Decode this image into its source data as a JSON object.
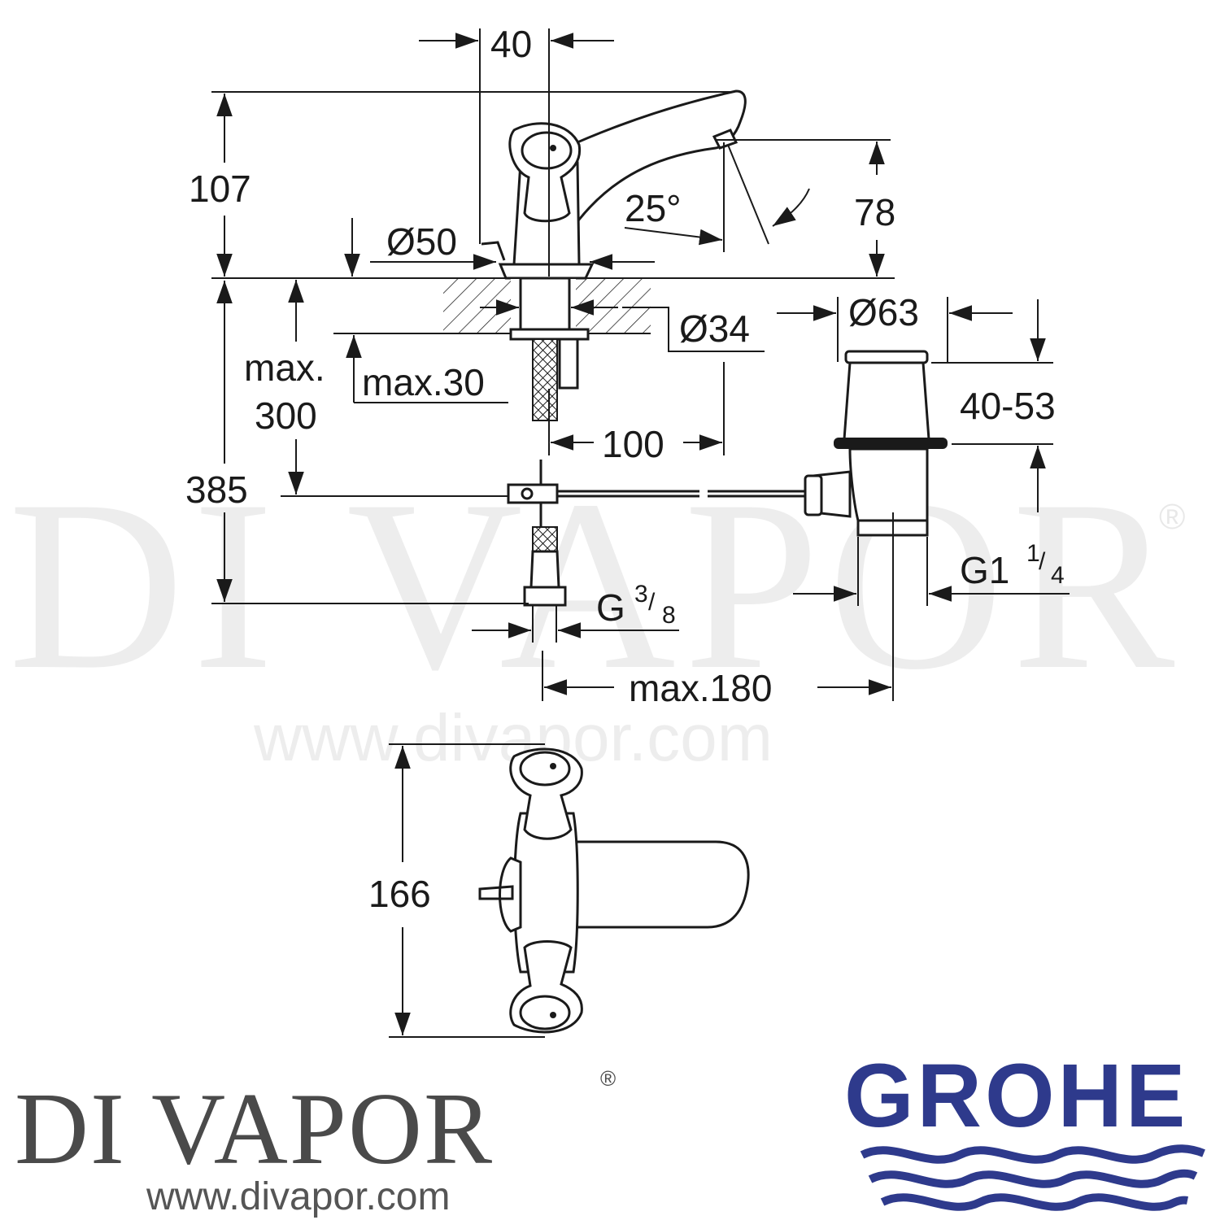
{
  "watermark": {
    "brand": "DI VAPOR",
    "registered": "®",
    "url": "www.divapor.com"
  },
  "dimensions": {
    "handle_offset": "40",
    "total_height": "107",
    "spout_height": "78",
    "spout_angle": "25°",
    "base_diameter": "Ø50",
    "hole_diameter": "Ø34",
    "waste_diameter": "Ø63",
    "max_label": "max.",
    "max_300": "300",
    "max_30": "max.30",
    "spout_projection": "100",
    "hose_length": "385",
    "waste_range": "40-53",
    "waste_thread": "G1",
    "waste_thread_num": "1",
    "waste_thread_den": "4",
    "supply_thread": "G",
    "supply_thread_num": "3",
    "supply_thread_den": "8",
    "max_180": "max.180",
    "side_height": "166"
  },
  "footer": {
    "brand_logo": "DI VAPOR",
    "registered": "®",
    "url": "www.divapor.com",
    "manufacturer": "GROHE",
    "manufacturer_color": "#2e3a8c"
  }
}
